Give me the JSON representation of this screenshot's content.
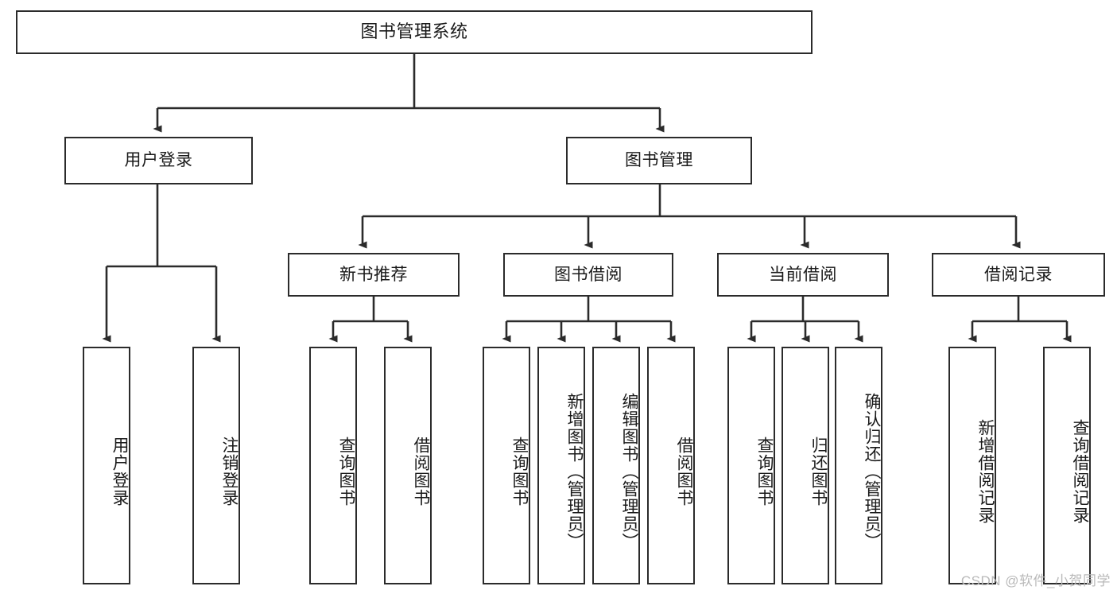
{
  "diagram": {
    "type": "tree",
    "title": "图书管理系统",
    "orientation": "top-down",
    "colors": {
      "stroke": "#2b2b2b",
      "fill": "#ffffff",
      "text": "#1a1a1a",
      "watermark": "#b9b9b9"
    },
    "nodes": {
      "root": "图书管理系统",
      "level2": {
        "user_login": "用户登录",
        "book_manage": "图书管理"
      },
      "level3": {
        "new_book_rec": "新书推荐",
        "book_borrow": "图书借阅",
        "current_borrow": "当前借阅",
        "borrow_record": "借阅记录"
      },
      "leaves": {
        "user_login": [
          "用户登录",
          "注销登录"
        ],
        "new_book_rec": [
          "查询图书",
          "借阅图书"
        ],
        "book_borrow": [
          "查询图书",
          "新增图书（管理员）",
          "编辑图书（管理员）",
          "借阅图书"
        ],
        "current_borrow": [
          "查询图书",
          "归还图书",
          "确认归还（管理员）"
        ],
        "borrow_record": [
          "新增借阅记录",
          "查询借阅记录"
        ]
      }
    },
    "edges": [
      {
        "from": "图书管理系统",
        "to": "用户登录"
      },
      {
        "from": "图书管理系统",
        "to": "图书管理"
      },
      {
        "from": "用户登录",
        "to": "用户登录"
      },
      {
        "from": "用户登录",
        "to": "注销登录"
      },
      {
        "from": "图书管理",
        "to": "新书推荐"
      },
      {
        "from": "图书管理",
        "to": "图书借阅"
      },
      {
        "from": "图书管理",
        "to": "当前借阅"
      },
      {
        "from": "图书管理",
        "to": "借阅记录"
      },
      {
        "from": "新书推荐",
        "to": "查询图书"
      },
      {
        "from": "新书推荐",
        "to": "借阅图书"
      },
      {
        "from": "图书借阅",
        "to": "查询图书"
      },
      {
        "from": "图书借阅",
        "to": "新增图书（管理员）"
      },
      {
        "from": "图书借阅",
        "to": "编辑图书（管理员）"
      },
      {
        "from": "图书借阅",
        "to": "借阅图书"
      },
      {
        "from": "当前借阅",
        "to": "查询图书"
      },
      {
        "from": "当前借阅",
        "to": "归还图书"
      },
      {
        "from": "当前借阅",
        "to": "确认归还（管理员）"
      },
      {
        "from": "借阅记录",
        "to": "新增借阅记录"
      },
      {
        "from": "借阅记录",
        "to": "查询借阅记录"
      }
    ]
  },
  "watermark": "CSDN @软件_小贺同学"
}
